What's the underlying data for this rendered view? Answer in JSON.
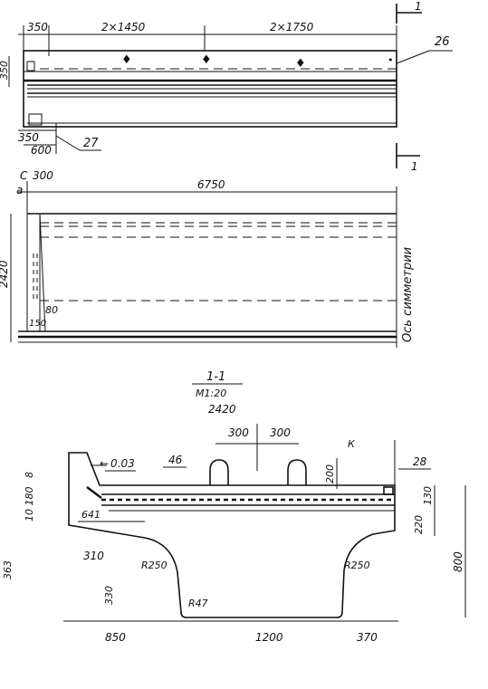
{
  "plan_view": {
    "dim_top": [
      "350",
      "2×1450",
      "2×1750"
    ],
    "dim_left": "350",
    "dim_bottom": [
      "350",
      "600"
    ],
    "callout_strand": "26",
    "callout_anchor": "27",
    "section_mark_top": "1",
    "section_mark_bottom": "1"
  },
  "elevation_view": {
    "dim_top_left": [
      "С",
      "300"
    ],
    "dim_a": "а",
    "dim_length": "6750",
    "dim_height": "2420",
    "dim_80": "80",
    "dim_150": "150",
    "axis_label": "Ось симметрии"
  },
  "section": {
    "title": "1-1",
    "scale": "М1:20",
    "dim_width": "2420",
    "dim_loop_spacing": [
      "300",
      "300"
    ],
    "slope": "0.03",
    "callout_46": "46",
    "callout_28": "28",
    "mark_k": "К",
    "dim_200": "200",
    "dim_130": "130",
    "dim_220": "220",
    "dim_800": "800",
    "dim_641": "641",
    "dim_310": "310",
    "dim_330": "330",
    "dim_363": "363",
    "dim_10_180": "10 180",
    "dim_8": "8",
    "dim_r250_left": "R250",
    "dim_r250_right": "R250",
    "dim_r47": "R47",
    "dim_bottom": [
      "850",
      "1200",
      "370"
    ]
  }
}
